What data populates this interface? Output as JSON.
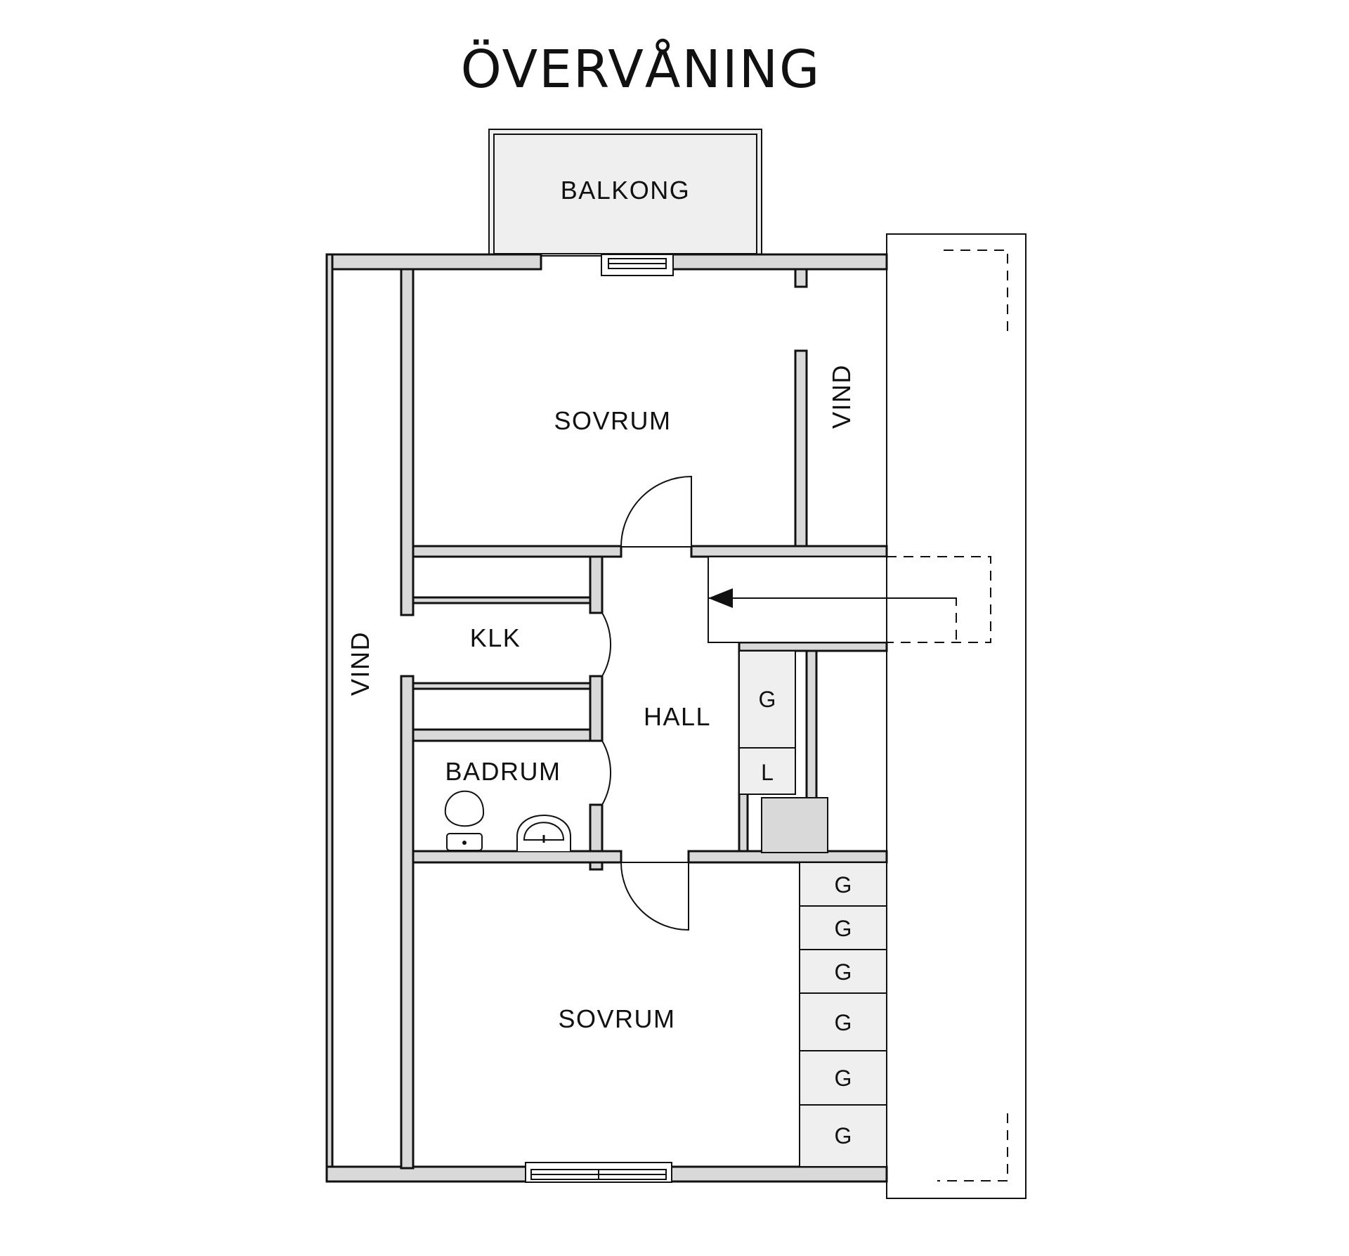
{
  "title": "ÖVERVÅNING",
  "rooms": {
    "balcony": "BALKONG",
    "bedroom_top": "SOVRUM",
    "bedroom_bottom": "SOVRUM",
    "attic_right": "VIND",
    "attic_left": "VIND",
    "closet": "KLK",
    "hall": "HALL",
    "bathroom": "BADRUM"
  },
  "storage": {
    "hall_top": "G",
    "hall_linen": "L",
    "column": [
      "G",
      "G",
      "G",
      "G",
      "G",
      "G"
    ]
  },
  "colors": {
    "wall_fill": "#d9d9d9",
    "balcony_fill": "#efefef",
    "line": "#111111",
    "background": "#ffffff"
  }
}
